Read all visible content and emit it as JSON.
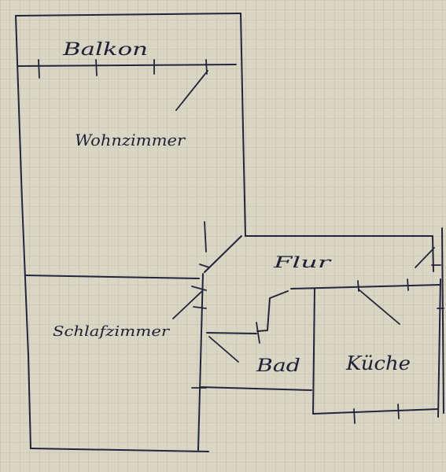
{
  "paper": {
    "color": "#d9d6c4",
    "grid_color": "#b9b6a2",
    "ink_color": "#23243d"
  },
  "rooms": [
    {
      "id": "balkon",
      "label": "Balkon"
    },
    {
      "id": "wohnzimmer",
      "label": "Wohnzimmer"
    },
    {
      "id": "schlafzimmer",
      "label": "Schlafzimmer"
    },
    {
      "id": "flur",
      "label": "Flur"
    },
    {
      "id": "bad",
      "label": "Bad"
    },
    {
      "id": "kueche",
      "label": "Küche"
    }
  ]
}
